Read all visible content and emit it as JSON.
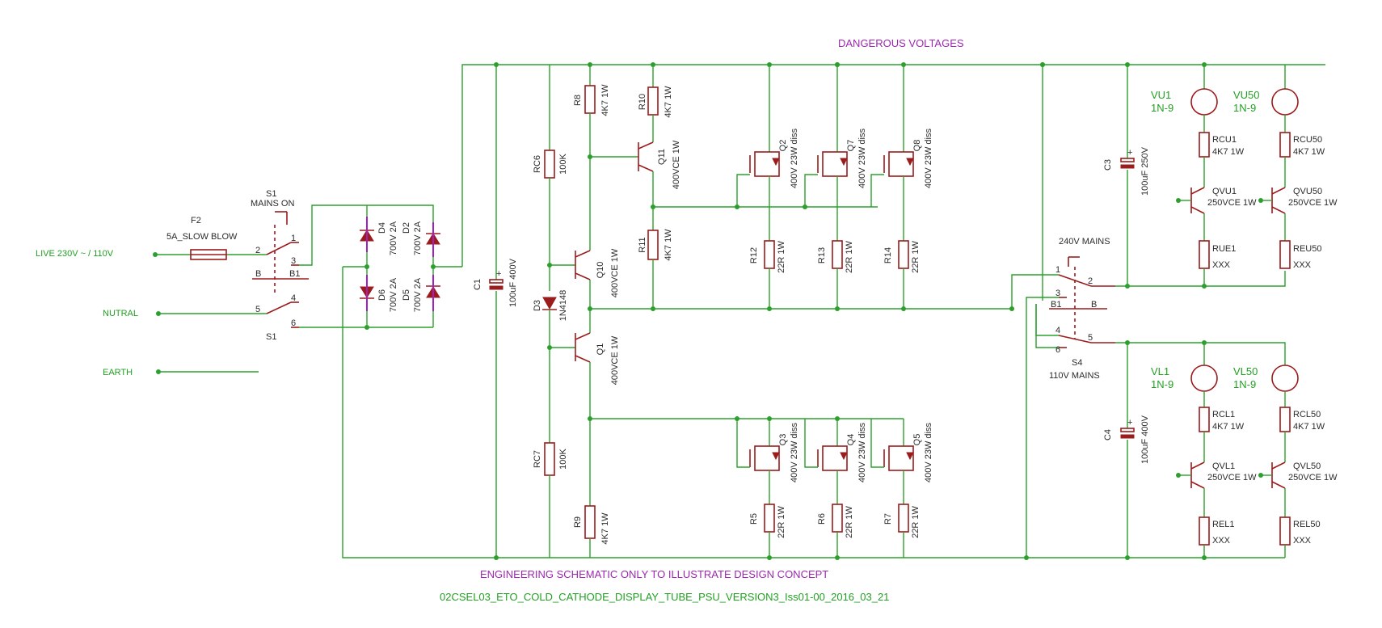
{
  "header": {
    "warning": "DANGEROUS VOLTAGES"
  },
  "footer": {
    "note": "ENGINEERING SCHEMATIC ONLY TO ILLUSTRATE DESIGN CONCEPT",
    "drawing_id": "02CSEL03_ETO_COLD_CATHODE_DISPLAY_TUBE_PSU_VERSION3_Iss01-00_2016_03_21"
  },
  "inputs": {
    "live": "LIVE 230V ~ / 110V",
    "neutral": "NUTRAL",
    "earth": "EARTH"
  },
  "switches": {
    "s1_name": "S1",
    "s1_value": "MAINS ON",
    "pins": [
      "1",
      "2",
      "3",
      "4",
      "5",
      "6"
    ],
    "b": "B",
    "b1": "B1",
    "s4_name": "S4",
    "s4_value": "110V MAINS",
    "s4_top": "240V MAINS"
  },
  "fuse": {
    "name": "F2",
    "value": "5A_SLOW BLOW"
  },
  "diodes": [
    {
      "name": "D4",
      "value": "700V 2A"
    },
    {
      "name": "D2",
      "value": "700V 2A"
    },
    {
      "name": "D6",
      "value": "700V 2A"
    },
    {
      "name": "D5",
      "value": "700V 2A"
    },
    {
      "name": "D3",
      "value": "1N4148"
    }
  ],
  "capacitors": [
    {
      "name": "C1",
      "value": "100uF 400V"
    },
    {
      "name": "C3",
      "value": "100uF 250V"
    },
    {
      "name": "C4",
      "value": "100uF 400V"
    }
  ],
  "resistors": [
    {
      "name": "RC6",
      "value": "100K"
    },
    {
      "name": "RC7",
      "value": "100K"
    },
    {
      "name": "R8",
      "value": "4K7 1W"
    },
    {
      "name": "R9",
      "value": "4K7 1W"
    },
    {
      "name": "R10",
      "value": "4K7 1W"
    },
    {
      "name": "R11",
      "value": "4K7 1W"
    },
    {
      "name": "R12",
      "value": "22R 1W"
    },
    {
      "name": "R13",
      "value": "22R 1W"
    },
    {
      "name": "R14",
      "value": "22R 1W"
    },
    {
      "name": "R5",
      "value": "22R 1W"
    },
    {
      "name": "R6",
      "value": "22R 1W"
    },
    {
      "name": "R7",
      "value": "22R 1W"
    }
  ],
  "transistors": [
    {
      "name": "Q10",
      "value": "400VCE 1W"
    },
    {
      "name": "Q1",
      "value": "400VCE 1W"
    },
    {
      "name": "Q11",
      "value": "400VCE 1W"
    }
  ],
  "mosfets": [
    {
      "name": "Q2",
      "value": "400V 23W diss"
    },
    {
      "name": "Q7",
      "value": "400V 23W diss"
    },
    {
      "name": "Q8",
      "value": "400V 23W diss"
    },
    {
      "name": "Q3",
      "value": "400V 23W diss"
    },
    {
      "name": "Q4",
      "value": "400V 23W diss"
    },
    {
      "name": "Q5",
      "value": "400V 23W diss"
    }
  ],
  "meter_channels": [
    {
      "tube": "VU1",
      "tube_type": "1N-9",
      "rc": "RCU1",
      "rc_value": "4K7 1W",
      "q": "QVU1",
      "q_value": "250VCE 1W",
      "re": "RUE1",
      "re_value": "XXX"
    },
    {
      "tube": "VU50",
      "tube_type": "1N-9",
      "rc": "RCU50",
      "rc_value": "4K7 1W",
      "q": "QVU50",
      "q_value": "250VCE 1W",
      "re": "REU50",
      "re_value": "XXX"
    },
    {
      "tube": "VL1",
      "tube_type": "1N-9",
      "rc": "RCL1",
      "rc_value": "4K7 1W",
      "q": "QVL1",
      "q_value": "250VCE 1W",
      "re": "REL1",
      "re_value": "XXX"
    },
    {
      "tube": "VL50",
      "tube_type": "1N-9",
      "rc": "RCL50",
      "rc_value": "4K7 1W",
      "q": "QVL50",
      "q_value": "250VCE 1W",
      "re": "REL50",
      "re_value": "XXX"
    }
  ]
}
